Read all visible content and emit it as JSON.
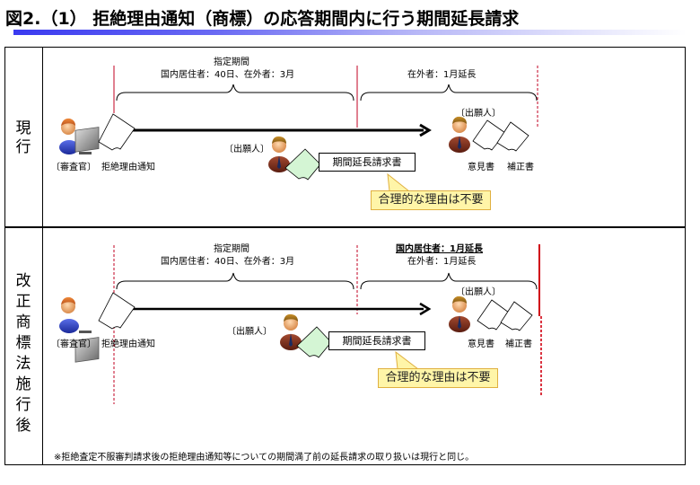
{
  "title": "図2.（1） 拒絶理由通知（商標）の応答期間内に行う期間延長請求",
  "colors": {
    "title_bar_start": "#3a3af0",
    "deadline_line": "#c00020",
    "callout_fill": "#fff5a8",
    "callout_border": "#e0b040",
    "request_doc_fill": "#d4f5d4"
  },
  "rows": [
    {
      "label": [
        "現",
        "行"
      ],
      "period_label": "指定期間",
      "period_detail": "国内居住者：40日、在外者：3月",
      "extension_bold": "",
      "extension_label": "在外者：1月延長",
      "examiner_label": "〔審査官〕",
      "notice_label": "拒絶理由通知",
      "applicant_label_mid": "〔出願人〕",
      "request_doc_label": "期間延長請求書",
      "applicant_label_end": "〔出願人〕",
      "doc1_label": "意見書",
      "doc2_label": "補正書",
      "callout": "合理的な理由は不要"
    },
    {
      "label": [
        "改",
        "正",
        "商",
        "標",
        "法",
        "施",
        "行",
        "後"
      ],
      "period_label": "指定期間",
      "period_detail": "国内居住者：40日、在外者：3月",
      "extension_bold": "国内居住者：1月延長",
      "extension_label": "在外者：1月延長",
      "examiner_label": "〔審査官〕",
      "notice_label": "拒絶理由通知",
      "applicant_label_mid": "〔出願人〕",
      "request_doc_label": "期間延長請求書",
      "applicant_label_end": "〔出願人〕",
      "doc1_label": "意見書",
      "doc2_label": "補正書",
      "callout": "合理的な理由は不要"
    }
  ],
  "footnote": "※拒絶査定不服審判請求後の拒絶理由通知等についての期間満了前の延長請求の取り扱いは現行と同じ。"
}
